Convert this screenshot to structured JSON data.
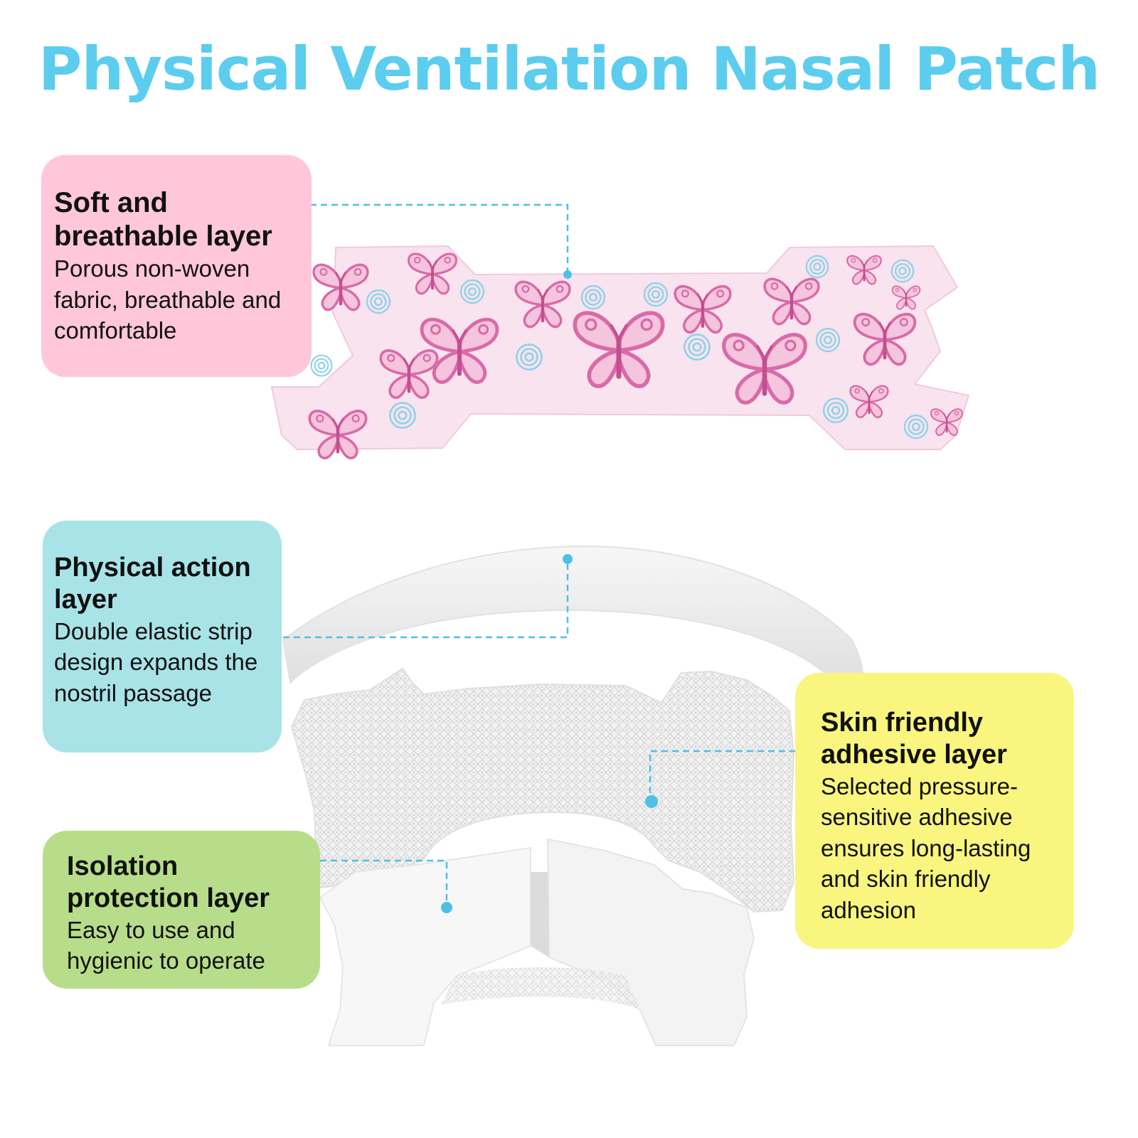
{
  "title": "Physical Ventilation Nasal Patch",
  "colors": {
    "title": "#5ccdee",
    "leader_line": "#4fbfe6",
    "soft_box": "#ffc7d9",
    "physical_box": "#a8e3e8",
    "isolation_box": "#b8dd8a",
    "skin_box": "#f9f57f",
    "butterfly": "#d96aa8",
    "swirl": "#8fd3ea"
  },
  "layers": {
    "soft": {
      "heading": "Soft and breathable layer",
      "description": "Porous non-woven fabric, breathable and comfortable"
    },
    "physical": {
      "heading": "Physical action layer",
      "description": "Double elastic strip design expands the nostril passage"
    },
    "isolation": {
      "heading": "Isolation protection layer",
      "description": "Easy to use and hygienic to operate"
    },
    "skin": {
      "heading": "Skin friendly adhesive layer",
      "description": "Selected pressure-sensitive adhesive ensures long-lasting and skin friendly adhesion"
    }
  },
  "icons": {
    "butterfly": "butterfly-icon",
    "swirl": "swirl-icon"
  }
}
